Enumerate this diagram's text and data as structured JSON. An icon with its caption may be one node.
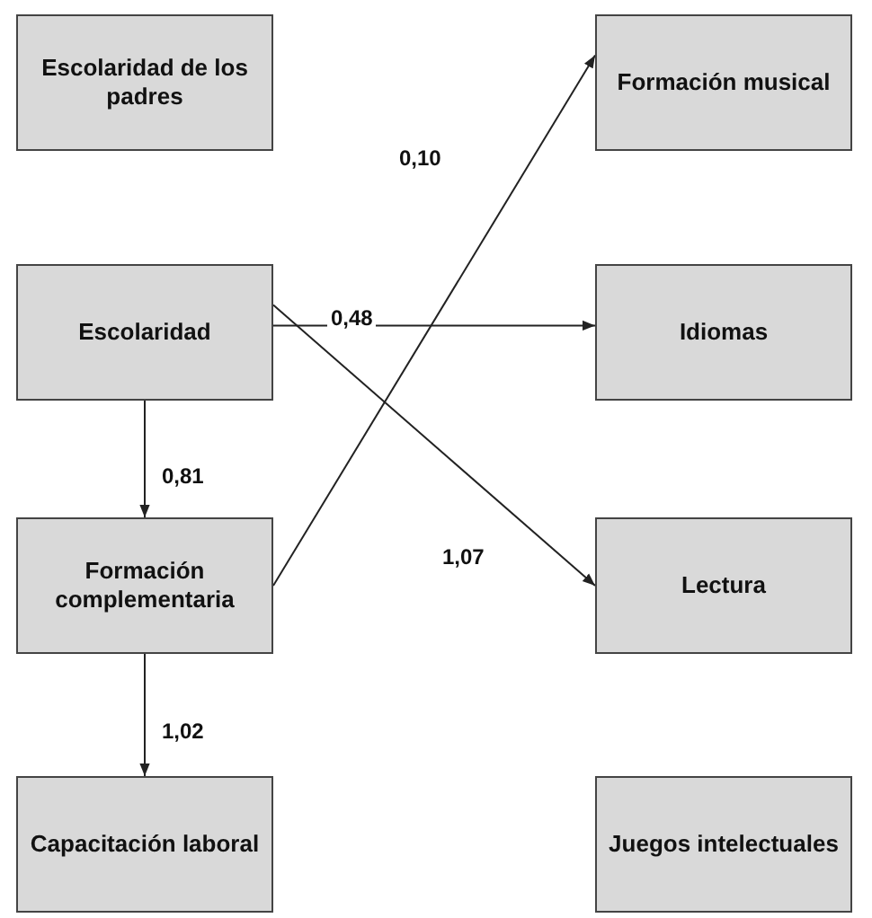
{
  "diagram": {
    "nodes": [
      {
        "text": [
          "Escolaridad de los padres"
        ]
      },
      {
        "text": [
          "Formación musical"
        ]
      },
      {
        "text": [
          "Escolaridad"
        ]
      },
      {
        "text": [
          "Idiomas"
        ]
      },
      {
        "text": [
          "Formación complementaria"
        ]
      },
      {
        "text": [
          "Lectura"
        ]
      },
      {
        "text": [
          "Capacitación laboral"
        ]
      },
      {
        "text": [
          "Juegos intelectuales"
        ]
      }
    ],
    "edges": [
      {
        "from": 2,
        "to": 3,
        "arrow": "to",
        "label": "0,48"
      },
      {
        "from": 2,
        "to": 5,
        "arrow": "to",
        "label": "1,07"
      },
      {
        "from": 4,
        "to": 1,
        "arrow": "to",
        "label": "0,10"
      },
      {
        "from": 2,
        "to": 4,
        "arrow": "to",
        "label": "0,81"
      },
      {
        "from": 4,
        "to": 6,
        "arrow": "to",
        "label": "1,02"
      }
    ]
  }
}
